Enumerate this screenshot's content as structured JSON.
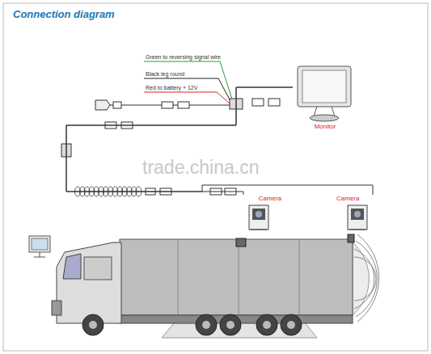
{
  "diagram": {
    "title": "Connection diagram",
    "nodes": [
      {
        "text": [
          "Monitor"
        ]
      },
      {
        "text": [
          "Camera"
        ]
      },
      {
        "text": [
          "Camera"
        ]
      }
    ],
    "edges": [
      {
        "from": 0,
        "to": 1,
        "arrow": "none"
      },
      {
        "from": 0,
        "to": 2,
        "arrow": "none"
      }
    ],
    "labels": [
      "Green to reversing signal wire",
      "Black leg round",
      "Red to battery + 12V",
      "trade.china.cn"
    ]
  }
}
